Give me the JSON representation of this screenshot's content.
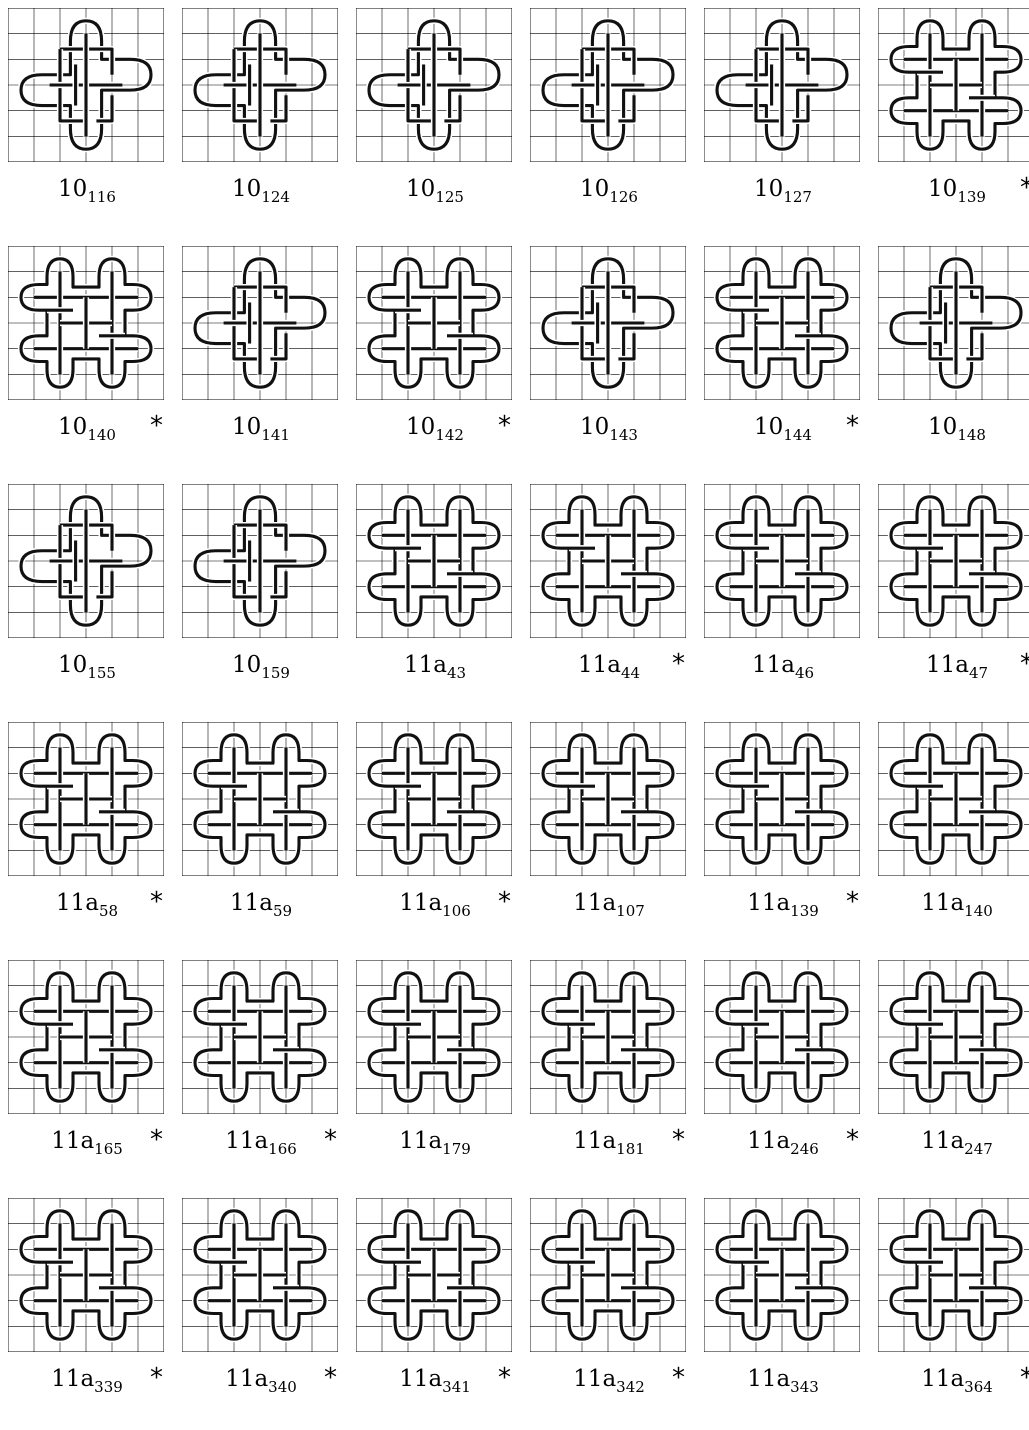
{
  "knots": [
    {
      "name": "10",
      "index": "116",
      "star": ""
    },
    {
      "name": "10",
      "index": "124",
      "star": ""
    },
    {
      "name": "10",
      "index": "125",
      "star": ""
    },
    {
      "name": "10",
      "index": "126",
      "star": ""
    },
    {
      "name": "10",
      "index": "127",
      "star": ""
    },
    {
      "name": "10",
      "index": "139",
      "star": "*"
    },
    {
      "name": "10",
      "index": "140",
      "star": "*"
    },
    {
      "name": "10",
      "index": "141",
      "star": ""
    },
    {
      "name": "10",
      "index": "142",
      "star": "*"
    },
    {
      "name": "10",
      "index": "143",
      "star": ""
    },
    {
      "name": "10",
      "index": "144",
      "star": "*"
    },
    {
      "name": "10",
      "index": "148",
      "star": ""
    },
    {
      "name": "10",
      "index": "155",
      "star": ""
    },
    {
      "name": "10",
      "index": "159",
      "star": ""
    },
    {
      "name": "11a",
      "index": "43",
      "star": ""
    },
    {
      "name": "11a",
      "index": "44",
      "star": "*"
    },
    {
      "name": "11a",
      "index": "46",
      "star": ""
    },
    {
      "name": "11a",
      "index": "47",
      "star": "*"
    },
    {
      "name": "11a",
      "index": "58",
      "star": "*"
    },
    {
      "name": "11a",
      "index": "59",
      "star": ""
    },
    {
      "name": "11a",
      "index": "106",
      "star": "*"
    },
    {
      "name": "11a",
      "index": "107",
      "star": ""
    },
    {
      "name": "11a",
      "index": "139",
      "star": "*"
    },
    {
      "name": "11a",
      "index": "140",
      "star": ""
    },
    {
      "name": "11a",
      "index": "165",
      "star": "*"
    },
    {
      "name": "11a",
      "index": "166",
      "star": "*"
    },
    {
      "name": "11a",
      "index": "179",
      "star": ""
    },
    {
      "name": "11a",
      "index": "181",
      "star": "*"
    },
    {
      "name": "11a",
      "index": "246",
      "star": "*"
    },
    {
      "name": "11a",
      "index": "247",
      "star": ""
    },
    {
      "name": "11a",
      "index": "339",
      "star": "*"
    },
    {
      "name": "11a",
      "index": "340",
      "star": "*"
    },
    {
      "name": "11a",
      "index": "341",
      "star": "*"
    },
    {
      "name": "11a",
      "index": "342",
      "star": "*"
    },
    {
      "name": "11a",
      "index": "343",
      "star": ""
    },
    {
      "name": "11a",
      "index": "364",
      "star": "*"
    }
  ],
  "colors": {
    "grid": "#000000",
    "strand": "#111111",
    "background": "#ffffff"
  },
  "layout": {
    "columns": 6,
    "rows": 6,
    "grid_cells_per_side": 6
  }
}
